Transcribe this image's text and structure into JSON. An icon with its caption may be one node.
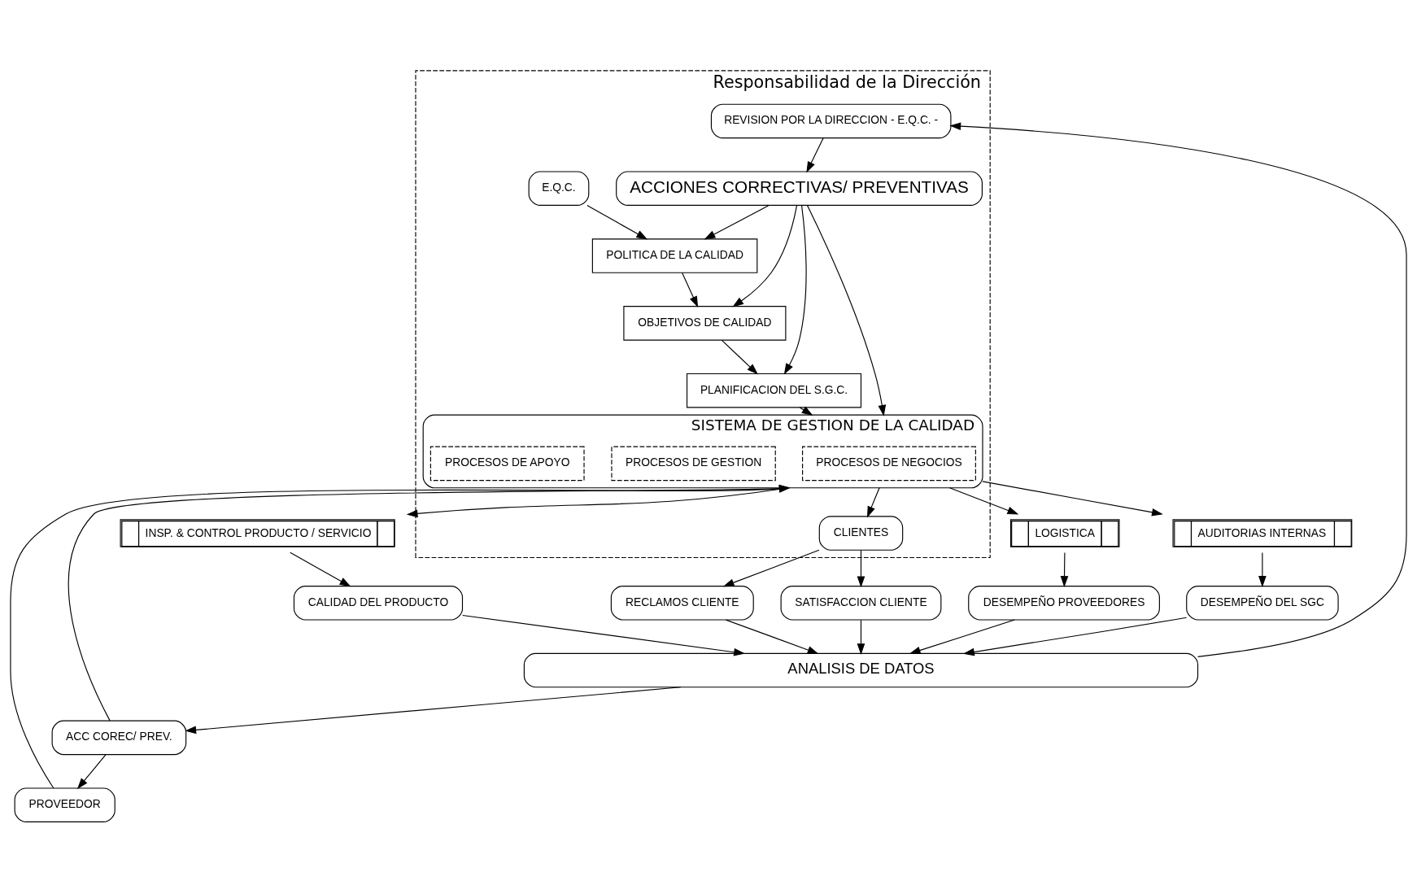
{
  "diagram": {
    "nodes": [
      {
        "text": [
          "Responsabilidad de la Dirección"
        ]
      },
      {
        "text": [
          "E.Q.C."
        ],
        "in": 0
      },
      {
        "text": [
          "POLITICA DE LA CALIDAD"
        ],
        "in": 0
      },
      {
        "text": [
          "OBJETIVOS DE CALIDAD"
        ],
        "in": 0
      },
      {
        "text": [
          "PLANIFICACION DEL S.G.C."
        ],
        "in": 0
      },
      {
        "text": [
          "ACCIONES CORRECTIVAS/ PREVENTIVAS"
        ],
        "in": 0
      },
      {
        "text": [
          "REVISION POR LA DIRECCION - E.Q.C. -"
        ],
        "in": 0
      },
      {
        "text": [
          "PROVEEDOR"
        ]
      },
      {
        "text": [
          "SISTEMA DE GESTION DE LA CALIDAD"
        ],
        "in": 0
      },
      {
        "text": [
          "PROCESOS DE NEGOCIOS"
        ],
        "in": 8
      },
      {
        "text": [
          "PROCESOS DE GESTION"
        ],
        "in": 8
      },
      {
        "text": [
          "PROCESOS DE APOYO"
        ],
        "in": 8
      },
      {
        "text": [
          "CLIENTES"
        ],
        "in": 0
      },
      {
        "text": [
          "LOGISTICA"
        ]
      },
      {
        "text": [
          "AUDITORIAS INTERNAS"
        ]
      },
      {
        "text": [
          "INSP. & CONTROL PRODUCTO / SERVICIO"
        ]
      },
      {
        "text": [
          "RECLAMOS CLIENTE"
        ]
      },
      {
        "text": [
          "SATISFACCION CLIENTE"
        ]
      },
      {
        "text": [
          "ACC COREC/ PREV."
        ]
      },
      {
        "text": [
          "DESEMPEÑO PROVEEDORES"
        ]
      },
      {
        "text": [
          "DESEMPEÑO DEL SGC"
        ]
      },
      {
        "text": [
          "CALIDAD DEL PRODUCTO"
        ]
      },
      {
        "text": [
          "ANALISIS DE DATOS"
        ]
      }
    ],
    "edges": [
      {
        "from": 1,
        "to": 2,
        "arrow": "to"
      },
      {
        "from": 2,
        "to": 3,
        "arrow": "to"
      },
      {
        "from": 3,
        "to": 4,
        "arrow": "to"
      },
      {
        "from": 5,
        "to": 2,
        "arrow": "to"
      },
      {
        "from": 5,
        "to": 3,
        "arrow": "to"
      },
      {
        "from": 5,
        "to": 4,
        "arrow": "to"
      },
      {
        "from": 6,
        "to": 5,
        "arrow": "to"
      },
      {
        "from": 4,
        "to": 8,
        "arrow": "to"
      },
      {
        "from": 5,
        "to": 8,
        "arrow": "to"
      },
      {
        "from": 7,
        "to": 8,
        "arrow": "to"
      },
      {
        "from": 18,
        "to": 8,
        "arrow": "to"
      },
      {
        "from": 18,
        "to": 7,
        "arrow": "to"
      },
      {
        "from": 8,
        "to": 12,
        "arrow": "to"
      },
      {
        "from": 8,
        "to": 13,
        "arrow": "to"
      },
      {
        "from": 8,
        "to": 14,
        "arrow": "to"
      },
      {
        "from": 8,
        "to": 15,
        "arrow": "to"
      },
      {
        "from": 12,
        "to": 16,
        "arrow": "to"
      },
      {
        "from": 12,
        "to": 17,
        "arrow": "to"
      },
      {
        "from": 13,
        "to": 19,
        "arrow": "to"
      },
      {
        "from": 14,
        "to": 20,
        "arrow": "to"
      },
      {
        "from": 15,
        "to": 21,
        "arrow": "to"
      },
      {
        "from": 19,
        "to": 22,
        "arrow": "to"
      },
      {
        "from": 20,
        "to": 22,
        "arrow": "to"
      },
      {
        "from": 21,
        "to": 22,
        "arrow": "to"
      },
      {
        "from": 16,
        "to": 22,
        "arrow": "to"
      },
      {
        "from": 17,
        "to": 22,
        "arrow": "to"
      },
      {
        "from": 22,
        "to": 18,
        "arrow": "to"
      },
      {
        "from": 22,
        "to": 6,
        "arrow": "to"
      }
    ]
  }
}
